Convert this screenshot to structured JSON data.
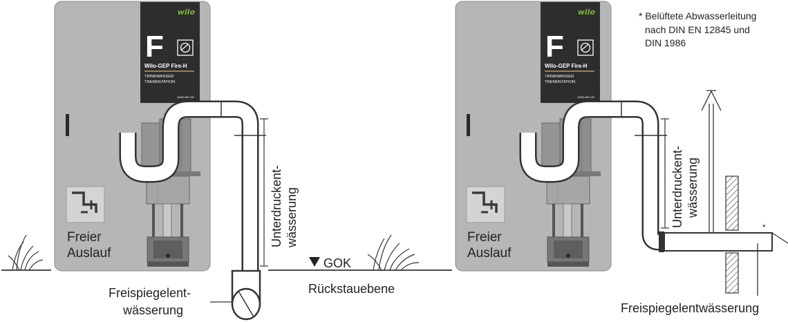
{
  "left": {
    "brand": "wilo",
    "panel_letter": "F",
    "product": "Wilo-GEP Fire-H",
    "subtitle_1": "TRINKWASSER",
    "subtitle_2": "TRENNSTATION",
    "url": "www.wilo.de",
    "outlet_1": "Freier",
    "outlet_2": "Auslauf",
    "vacuum_1": "Unterdruckent-",
    "vacuum_2": "wässerung",
    "gok": "GOK",
    "backflow": "Rückstauebene",
    "drain_1": "Freispiegelent-",
    "drain_2": "wässerung"
  },
  "right": {
    "brand": "wilo",
    "panel_letter": "F",
    "product": "Wilo-GEP Fire-H",
    "subtitle_1": "TRINKWASSER",
    "subtitle_2": "TRENNSTATION",
    "url": "www.wilo.de",
    "outlet_1": "Freier",
    "outlet_2": "Auslauf",
    "vacuum_1": "Unterdruckent-",
    "vacuum_2": "wässerung",
    "note_1": "* Belüftete Abwasserleitung",
    "note_2": "nach DIN EN 12845 und",
    "note_3": "DIN 1986",
    "asterisk": "*",
    "drain": "Freispiegelentwässerung"
  },
  "colors": {
    "cabinet": "#b6b6b6",
    "panel": "#2d2d30",
    "brand_green": "#7fb531",
    "accent": "#d8b35c",
    "pipe_fill": "#ffffff",
    "line": "#333333"
  }
}
